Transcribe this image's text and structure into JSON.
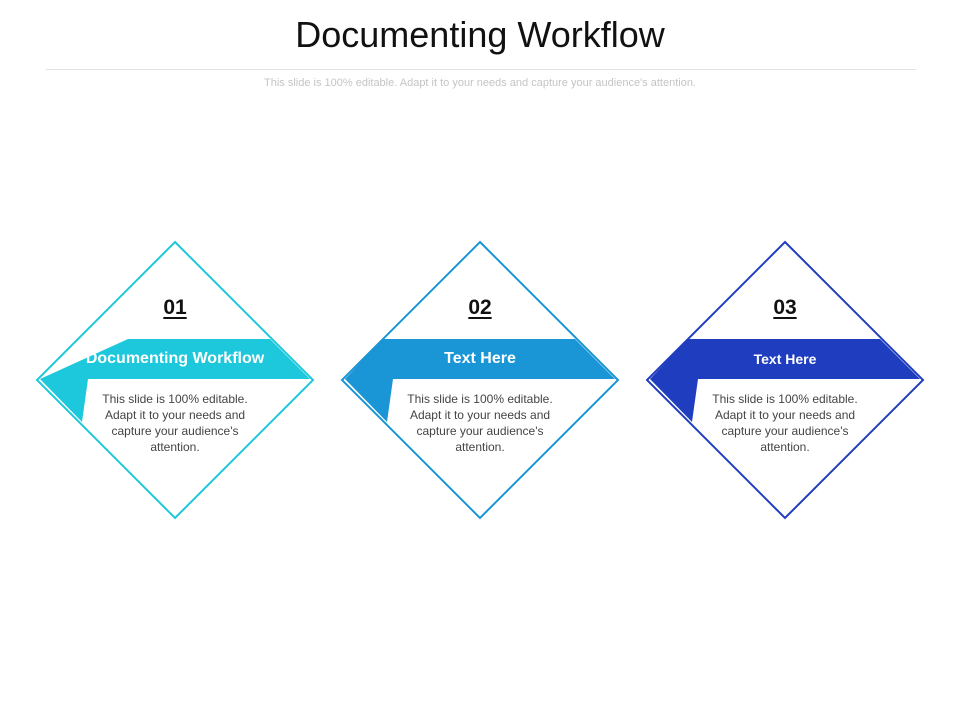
{
  "slide": {
    "title": "Documenting Workflow",
    "subtitle": "This slide is 100% editable. Adapt it to your needs and capture your audience's attention."
  },
  "items": [
    {
      "number": "01",
      "heading": "Documenting Workflow",
      "text": "This slide is 100% editable. Adapt it to your needs and capture your audience's attention.",
      "color": "#1ec8dc"
    },
    {
      "number": "02",
      "heading": "Text Here",
      "text": "This slide is 100% editable. Adapt it to your needs and capture your audience's attention.",
      "color": "#1a95d6"
    },
    {
      "number": "03",
      "heading": "Text Here",
      "text": "This slide is 100% editable. Adapt it to your needs and capture your audience's attention.",
      "color": "#1f3dbf"
    }
  ]
}
